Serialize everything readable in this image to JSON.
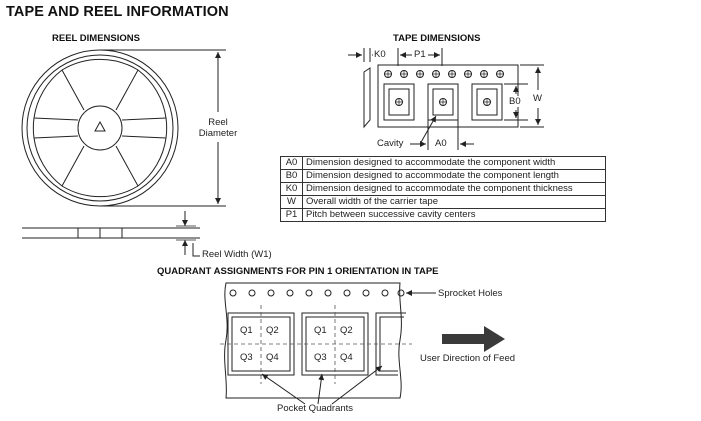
{
  "title": "TAPE AND REEL INFORMATION",
  "reel": {
    "heading": "REEL DIMENSIONS",
    "diameter_label_line1": "Reel",
    "diameter_label_line2": "Diameter",
    "width_label": "Reel Width (W1)"
  },
  "tape": {
    "heading": "TAPE DIMENSIONS",
    "labels": {
      "k0": "K0",
      "p1": "P1",
      "b0": "B0",
      "w": "W",
      "a0": "A0",
      "cavity": "Cavity"
    }
  },
  "dimension_table": [
    {
      "code": "A0",
      "description": "Dimension designed to accommodate the component width"
    },
    {
      "code": "B0",
      "description": "Dimension designed to accommodate the component length"
    },
    {
      "code": "K0",
      "description": "Dimension designed to accommodate the component thickness"
    },
    {
      "code": "W",
      "description": "Overall width of the carrier tape"
    },
    {
      "code": "P1",
      "description": "Pitch between successive cavity centers"
    }
  ],
  "quadrant": {
    "heading": "QUADRANT ASSIGNMENTS FOR PIN 1 ORIENTATION IN TAPE",
    "sprocket_label": "Sprocket Holes",
    "feed_label": "User Direction of Feed",
    "pocket_label": "Pocket Quadrants",
    "q1": "Q1",
    "q2": "Q2",
    "q3": "Q3",
    "q4": "Q4"
  },
  "colors": {
    "line": "#222222",
    "feed_arrow": "#3a3a3a",
    "dash": "#555555"
  }
}
